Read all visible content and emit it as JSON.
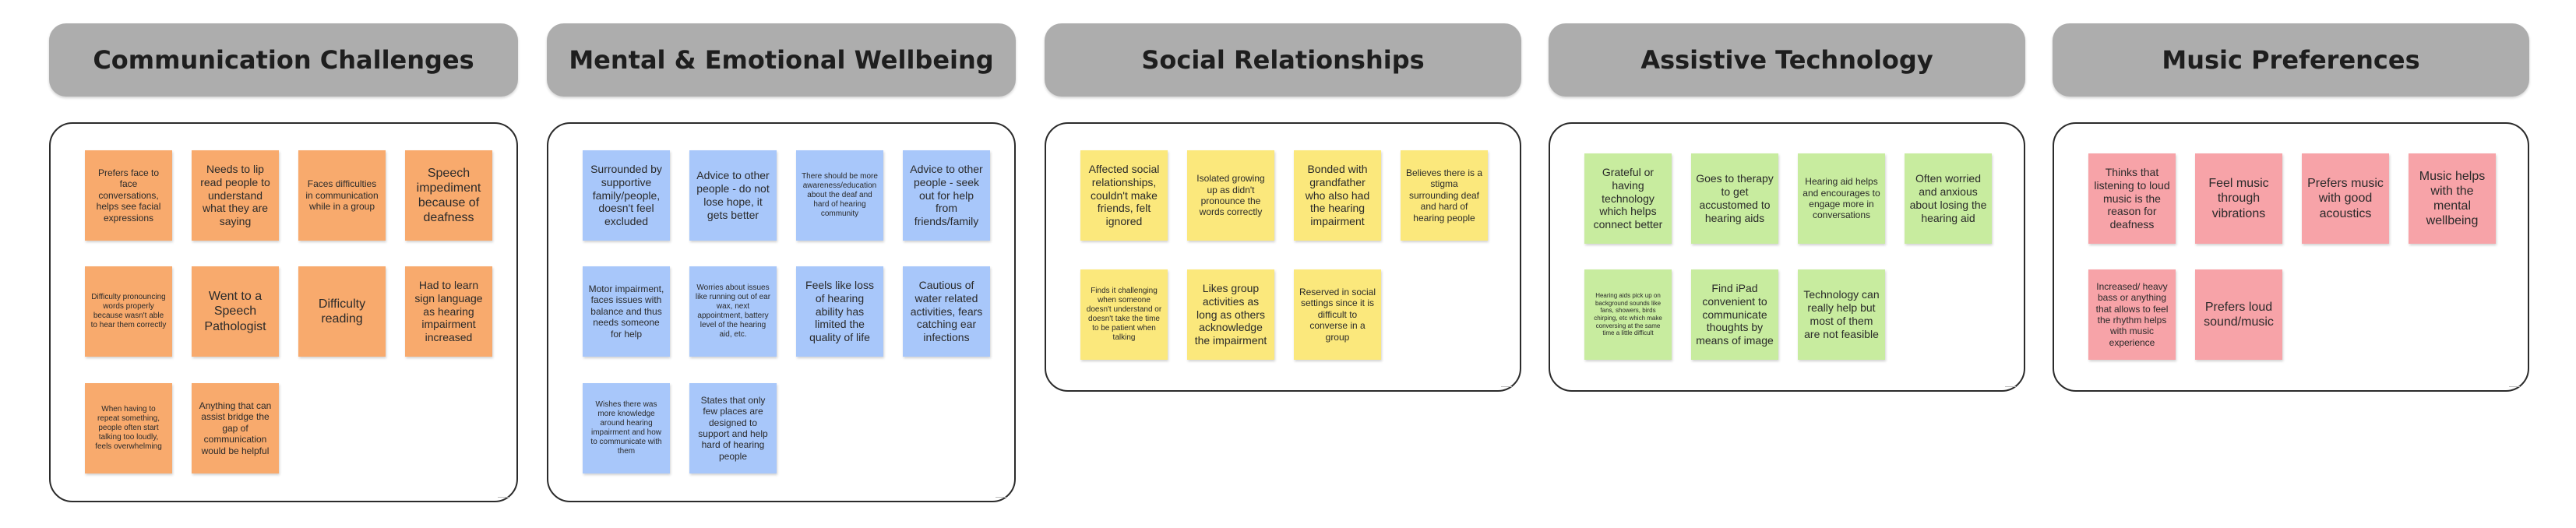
{
  "colors": {
    "header_bg": "#adadad",
    "orange": "#f8aa6d",
    "blue": "#a8c7fa",
    "yellow": "#fbe87c",
    "green": "#c8ec9f",
    "pink": "#f7a3a8"
  },
  "categories": [
    {
      "title": "Communication Challenges",
      "notes": [
        "Prefers face to face conversations, helps see facial expressions",
        "Needs to lip read people to understand what they are saying",
        "Faces difficulties in communication while in a group",
        "Speech impediment because of deafness",
        "Difficulty pronouncing words properly because wasn't able to hear them correctly",
        "Went to a Speech Pathologist",
        "Difficulty reading",
        "Had to learn sign language as hearing impairment increased",
        "When having to repeat something, people often start talking too loudly, feels overwhelming",
        "Anything that can assist bridge the gap of communication would be helpful"
      ]
    },
    {
      "title": "Mental & Emotional Wellbeing",
      "notes": [
        "Surrounded by supportive family/people, doesn't feel excluded",
        "Advice to other people - do not lose hope, it gets better",
        "There should be more awareness/education about the deaf and hard of hearing community",
        "Advice to other people - seek out for help from friends/family",
        "Motor impairment, faces issues with balance and thus needs someone for help",
        "Worries about issues like running out of ear wax, next appointment, battery level of the hearing aid, etc.",
        "Feels like loss of hearing ability has limited the quality of life",
        "Cautious of water related activities, fears catching ear infections",
        "Wishes there was more knowledge around hearing impairment and how to communicate with them",
        "States that only few places are designed to support and help hard of hearing people"
      ]
    },
    {
      "title": "Social Relationships",
      "notes": [
        "Affected social relationships, couldn't make friends, felt ignored",
        "Isolated growing up as didn't pronounce the words correctly",
        "Bonded with grandfather who also had the hearing impairment",
        "Believes there is a stigma surrounding deaf and hard of hearing people",
        "Finds it challenging when someone doesn't understand or doesn't take the time to be patient when talking",
        "Likes group activities as long as others acknowledge the impairment",
        "Reserved in social settings since it is difficult to converse in a group"
      ]
    },
    {
      "title": "Assistive Technology",
      "notes": [
        "Grateful or having technology which helps connect better",
        "Goes to therapy to get accustomed to hearing aids",
        "Hearing aid helps and encourages to engage more in conversations",
        "Often worried and anxious about losing the hearing aid",
        "Hearing aids pick up on background sounds like fans, showers, birds chirping, etc which make conversing at the same time a little difficult",
        "Find iPad convenient to communicate thoughts by means of image",
        "Technology can really help but most of them are not feasible"
      ]
    },
    {
      "title": "Music Preferences",
      "notes": [
        "Thinks that listening to loud music is the reason for deafness",
        "Feel music through vibrations",
        "Prefers music with good acoustics",
        "Music helps with the mental wellbeing",
        "Increased/ heavy bass or anything that allows to feel the rhythm helps with music experience",
        "Prefers loud sound/music"
      ]
    }
  ]
}
